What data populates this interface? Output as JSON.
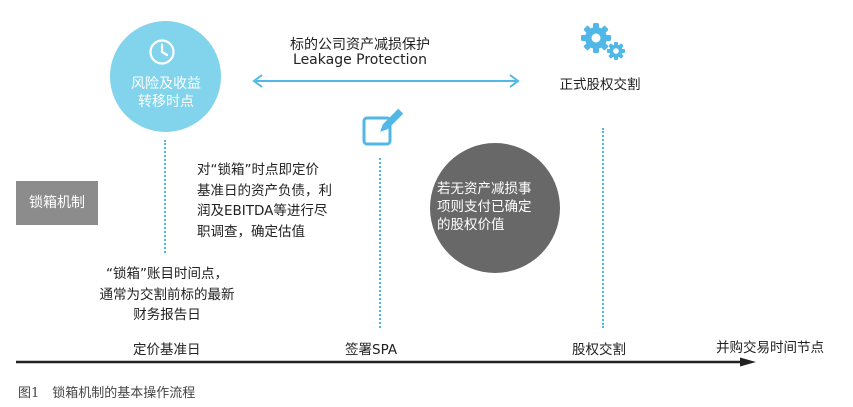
{
  "risk_circle": {
    "line1": "风险及收益",
    "line2": "转移时点"
  },
  "leakage": {
    "title_cn": "标的公司资产减损保护",
    "title_en": "Leakage Protection"
  },
  "completion": {
    "label": "正式股权交割"
  },
  "locked_box": {
    "label": "锁箱机制"
  },
  "description": {
    "lines": [
      "对“锁箱”时点即定价",
      "基准日的资产负债，利",
      "润及EBITDA等进行尽",
      "职调查，确定估值"
    ]
  },
  "locked_box_note": {
    "lines": [
      "“锁箱”账目时间点，",
      "通常为交割前标的最新",
      "财务报告日"
    ]
  },
  "no_leakage_circle": {
    "lines": [
      "若无资产减损事",
      "项则支付已确定",
      "的股权价值"
    ]
  },
  "timeline": {
    "labels": [
      "定价基准日",
      "签署SPA",
      "股权交割"
    ],
    "axis_label": "并购交易时间节点"
  },
  "caption": "图1　锁箱机制的基本操作流程",
  "colors": {
    "light_blue": "#82d3ec",
    "dotted_blue": "#4fb8e6",
    "gray_box": "#8c8c8c",
    "dark_gray": "#686868"
  },
  "icons": [
    "clock-icon",
    "gear-icon",
    "pencil-icon"
  ]
}
